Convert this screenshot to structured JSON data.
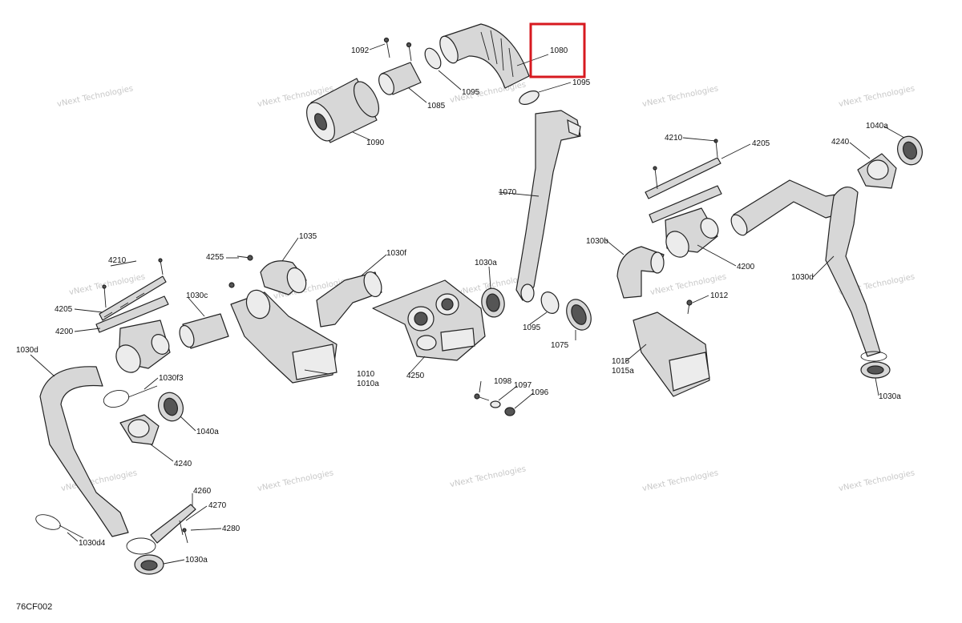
{
  "diagram_ref": "76CF002",
  "watermark_text": "vNext Technologies",
  "highlight_color": "#d7191f",
  "callouts": {
    "c1092": "1092",
    "c1080": "1080",
    "c1095a": "1095",
    "c1095b": "1095",
    "c1085": "1085",
    "c1090": "1090",
    "c1070": "1070",
    "c1095c": "1095",
    "c1075": "1075",
    "c1035": "1035",
    "c4255": "4255",
    "c1030f": "1030f",
    "c1030a_mid": "1030a",
    "c4210_l": "4210",
    "c4205_l": "4205",
    "c1030c": "1030c",
    "c4200_l": "4200",
    "c1010": "1010",
    "c1010a": "1010a",
    "c4250": "4250",
    "c1030d_l": "1030d",
    "c1030f3": "1030f3",
    "c1040a_l": "1040a",
    "c4240_l": "4240",
    "c1098": "1098",
    "c1097": "1097",
    "c1096": "1096",
    "c4260": "4260",
    "c4270": "4270",
    "c4280": "4280",
    "c1030d4": "1030d4",
    "c1030a_bl": "1030a",
    "c4210_r": "4210",
    "c4205_r": "4205",
    "c1040a_r": "1040a",
    "c4240_r": "4240",
    "c1030b": "1030b",
    "c4200_r": "4200",
    "c1030d_r": "1030d",
    "c1012": "1012",
    "c1015": "1015",
    "c1015a": "1015a",
    "c1030a_br": "1030a"
  }
}
